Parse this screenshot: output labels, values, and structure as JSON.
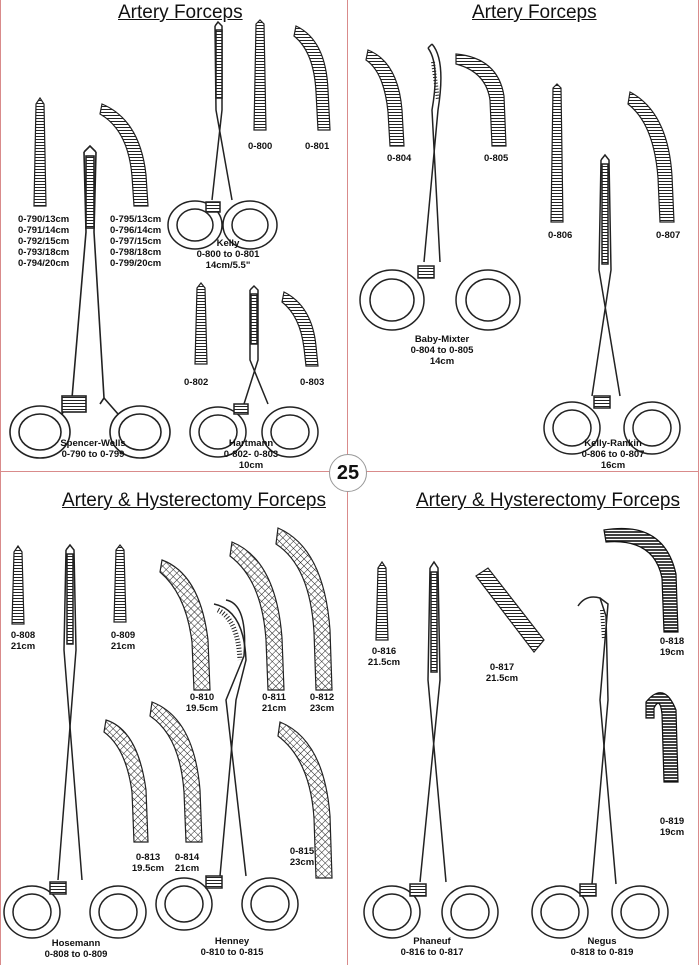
{
  "page_number": "25",
  "panels": {
    "tl": {
      "title": "Artery Forceps"
    },
    "tr": {
      "title": "Artery Forceps"
    },
    "bl": {
      "title": "Artery & Hysterectomy Forceps"
    },
    "br": {
      "title": "Artery & Hysterectomy Forceps"
    }
  },
  "labels": {
    "sw_straight": [
      "0-790/13cm",
      "0-791/14cm",
      "0-792/15cm",
      "0-793/18cm",
      "0-794/20cm"
    ],
    "sw_curved": [
      "0-795/13cm",
      "0-796/14cm",
      "0-797/15cm",
      "0-798/18cm",
      "0-799/20cm"
    ],
    "kelly_name": "Kelly",
    "kelly_range": "0-800 to 0-801",
    "kelly_size": "14cm/5.5\"",
    "c800": "0-800",
    "c801": "0-801",
    "c802": "0-802",
    "c803": "0-803",
    "sw_name": "Spencer-Wells",
    "sw_range": "0-790 to 0-799",
    "hart_name": "Hartmann",
    "hart_range": "0-802- 0-803",
    "hart_size": "10cm",
    "c804": "0-804",
    "c805": "0-805",
    "c806": "0-806",
    "c807": "0-807",
    "bm_name": "Baby-Mixter",
    "bm_range": "0-804 to 0-805",
    "bm_size": "14cm",
    "kr_name": "Kelly-Rankin",
    "kr_range": "0-806 to 0-807",
    "kr_size": "16cm",
    "c808": "0-808",
    "s808": "21cm",
    "c809": "0-809",
    "s809": "21cm",
    "c810": "0-810",
    "s810": "19.5cm",
    "c811": "0-811",
    "s811": "21cm",
    "c812": "0-812",
    "s812": "23cm",
    "c813": "0-813",
    "s813": "19.5cm",
    "c814": "0-814",
    "s814": "21cm",
    "c815": "0-815",
    "s815": "23cm",
    "hos_name": "Hosemann",
    "hos_range": "0-808 to 0-809",
    "hen_name": "Henney",
    "hen_range": "0-810 to 0-815",
    "c816": "0-816",
    "s816": "21.5cm",
    "c817": "0-817",
    "s817": "21.5cm",
    "c818": "0-818",
    "s818": "19cm",
    "c819": "0-819",
    "s819": "19cm",
    "ph_name": "Phaneuf",
    "ph_range": "0-816 to 0-817",
    "neg_name": "Negus",
    "neg_range": "0-818 to 0-819"
  }
}
